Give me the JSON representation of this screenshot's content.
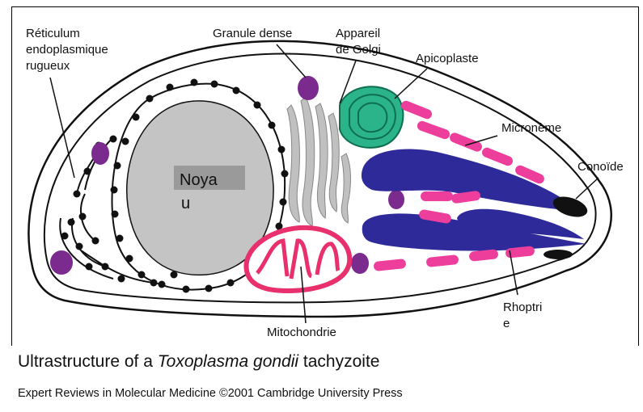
{
  "labels": {
    "reticulum": [
      "Réticulum",
      "endoplasmique",
      "rugueux"
    ],
    "granule": "Granule dense",
    "golgi": [
      "Appareil",
      "de Golgi"
    ],
    "apicoplast": "Apicoplaste",
    "microneme": "Micronème",
    "conoid": "Conoïde",
    "nucleus": [
      "Noya",
      "u"
    ],
    "mitochondrion": "Mitochondrie",
    "rhoptry": [
      "Rhoptri",
      "e"
    ]
  },
  "caption": {
    "title_pre": "Ultrastructure of a ",
    "title_italic": "Toxoplasma gondii",
    "title_post": " tachyzoite",
    "credit": "Expert Reviews in Molecular Medicine ©2001 Cambridge University Press"
  },
  "colors": {
    "nucleus": "#c4c4c4",
    "golgi": "#c0c0c0",
    "granule": "#7b2a8e",
    "apicoplast": "#2bb38a",
    "microneme": "#ee3e9c",
    "rhoptry": "#2e2a9a",
    "mitochondrion": "#e8306c",
    "conoid": "#111111",
    "outline": "#111111"
  }
}
